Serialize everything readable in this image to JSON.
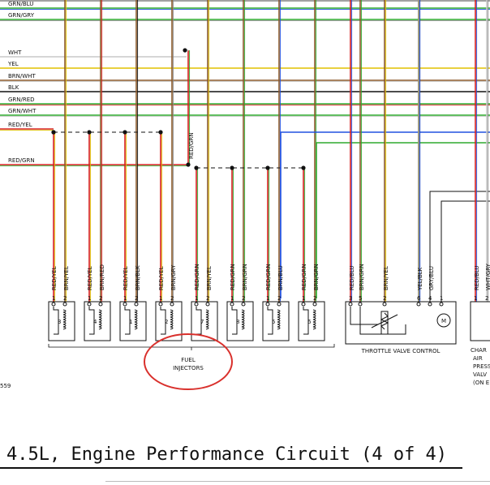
{
  "colors": {
    "RED": "#d62020",
    "YEL": "#e0c000",
    "GRN": "#2faa2f",
    "BRN": "#8b5a2b",
    "BLU": "#2050e0",
    "GRY": "#8a8a8a",
    "BLK": "#111111",
    "WHT": "#c8c8c8",
    "VIO": "#6a1bb0",
    "circle": "#d9302c"
  },
  "bus_wires": [
    {
      "label": "GRN/BLU",
      "c1": "GRN",
      "c2": "BLU"
    },
    {
      "label": "GRN/GRY",
      "c1": "GRN",
      "c2": "GRY"
    },
    {
      "label": "WHT",
      "c1": "WHT",
      "c2": "WHT"
    },
    {
      "label": "YEL",
      "c1": "YEL",
      "c2": "YEL"
    },
    {
      "label": "BRN/WHT",
      "c1": "BRN",
      "c2": "WHT"
    },
    {
      "label": "BLK",
      "c1": "BLK",
      "c2": "BLK"
    },
    {
      "label": "GRN/RED",
      "c1": "GRN",
      "c2": "RED"
    },
    {
      "label": "GRN/WHT",
      "c1": "GRN",
      "c2": "WHT"
    },
    {
      "label": "RED/YEL",
      "c1": "RED",
      "c2": "YEL"
    },
    {
      "label": "RED/GRN",
      "c1": "RED",
      "c2": "GRN"
    }
  ],
  "injectors": [
    {
      "number": "3",
      "pins": [
        {
          "pin": "1",
          "wire": "RED/YEL"
        },
        {
          "pin": "2",
          "wire": "BRN/YEL"
        }
      ]
    },
    {
      "number": "4",
      "pins": [
        {
          "pin": "1",
          "wire": "RED/YEL"
        },
        {
          "pin": "2",
          "wire": "BRN/RED"
        }
      ]
    },
    {
      "number": "1",
      "pins": [
        {
          "pin": "1",
          "wire": "RED/YEL"
        },
        {
          "pin": "2",
          "wire": "BRN/BLK"
        }
      ]
    },
    {
      "number": "2",
      "pins": [
        {
          "pin": "1",
          "wire": "RED/YEL"
        },
        {
          "pin": "2",
          "wire": "BRN/GRY"
        }
      ]
    },
    {
      "number": "7",
      "pins": [
        {
          "pin": "1",
          "wire": "RED/GRN"
        },
        {
          "pin": "2",
          "wire": "BRN/YEL"
        }
      ]
    },
    {
      "number": "8",
      "pins": [
        {
          "pin": "1",
          "wire": "RED/GRN"
        },
        {
          "pin": "2",
          "wire": "BRN/GRN"
        }
      ]
    },
    {
      "number": "5",
      "pins": [
        {
          "pin": "1",
          "wire": "RED/GRN"
        },
        {
          "pin": "2",
          "wire": "BRN/BLU"
        }
      ]
    },
    {
      "number": "6",
      "pins": [
        {
          "pin": "1",
          "wire": "RED/GRN"
        },
        {
          "pin": "2",
          "wire": "BRN/GRN"
        }
      ]
    }
  ],
  "injector_group_label": [
    "FUEL",
    "INJECTORS"
  ],
  "throttle": {
    "label": "THROTTLE VALVE CONTROL",
    "motor_symbol": "M",
    "pins": [
      {
        "pin": "3",
        "wire": "RED/BLU"
      },
      {
        "pin": "5",
        "wire": "BRN/GRN"
      },
      {
        "pin": "2",
        "wire": "BRN/YEL"
      },
      {
        "pin": "6",
        "wire": "YEL/BLK"
      },
      {
        "pin": "4",
        "wire": "GRY/BLU"
      },
      {
        "pin": "1",
        "wire": ""
      }
    ]
  },
  "right_component": {
    "label_lines": [
      "CHAR",
      "AIR",
      "PRESS",
      "VALV",
      "(ON E"
    ],
    "pins": [
      {
        "pin": "1",
        "wire": "RED/BLU"
      },
      {
        "pin": "2",
        "wire": "WHT/GRY"
      }
    ]
  },
  "page_code": "559",
  "caption": "4.5L, Engine Performance Circuit (4 of 4)"
}
